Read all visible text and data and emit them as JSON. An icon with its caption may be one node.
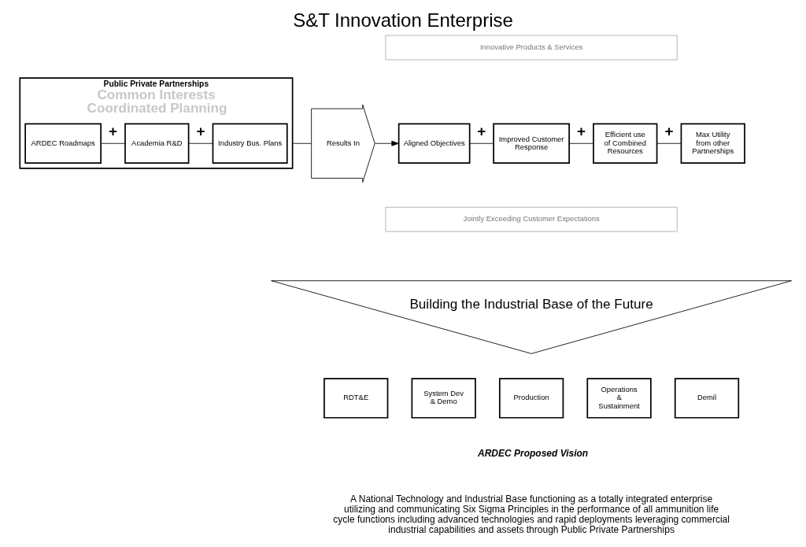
{
  "diagram": {
    "title": "S&T Innovation Enterprise",
    "nodes": [
      {
        "text": [
          "Public Private Partnerships",
          "Common Interests",
          "Coordinated Planning"
        ]
      },
      {
        "text": [
          "ARDEC Roadmaps"
        ],
        "in": 0
      },
      {
        "text": [
          "Academia R&D"
        ],
        "in": 0
      },
      {
        "text": [
          "Industry Bus. Plans"
        ],
        "in": 0
      },
      {
        "text": [
          "Results In"
        ]
      },
      {
        "text": [
          "Innovative Products & Services"
        ]
      },
      {
        "text": [
          "Aligned Objectives"
        ]
      },
      {
        "text": [
          "Improved Customer Response"
        ]
      },
      {
        "text": [
          "Efficient use of Combined Resources"
        ]
      },
      {
        "text": [
          "Max Utility from other Partnerships"
        ]
      },
      {
        "text": [
          "Jointly Exceeding Customer Expectations"
        ]
      },
      {
        "text": [
          "Building the Industrial Base of the Future"
        ]
      },
      {
        "text": [
          "RDT&E"
        ]
      },
      {
        "text": [
          "System Dev & Demo"
        ]
      },
      {
        "text": [
          "Production"
        ]
      },
      {
        "text": [
          "Operations & Sustainment"
        ]
      },
      {
        "text": [
          "Demil"
        ]
      }
    ],
    "edges": [
      {
        "from": 1,
        "to": 2,
        "arrow": "none",
        "label": "+"
      },
      {
        "from": 2,
        "to": 3,
        "arrow": "none",
        "label": "+"
      },
      {
        "from": 0,
        "to": 4,
        "arrow": "none"
      },
      {
        "from": 4,
        "to": 6,
        "arrow": "to"
      },
      {
        "from": 6,
        "to": 7,
        "arrow": "none",
        "label": "+"
      },
      {
        "from": 7,
        "to": 8,
        "arrow": "none",
        "label": "+"
      },
      {
        "from": 8,
        "to": 9,
        "arrow": "none",
        "label": "+"
      }
    ],
    "labels": [
      "ARDEC Proposed Vision",
      "A National Technology and Industrial Base functioning as a totally integrated enterprise utilizing and communicating Six Sigma Principles in the performance of all ammunition life cycle functions including advanced technologies and rapid deployments leveraging commercial industrial capabilities and assets through Public Private Partnerships"
    ]
  }
}
